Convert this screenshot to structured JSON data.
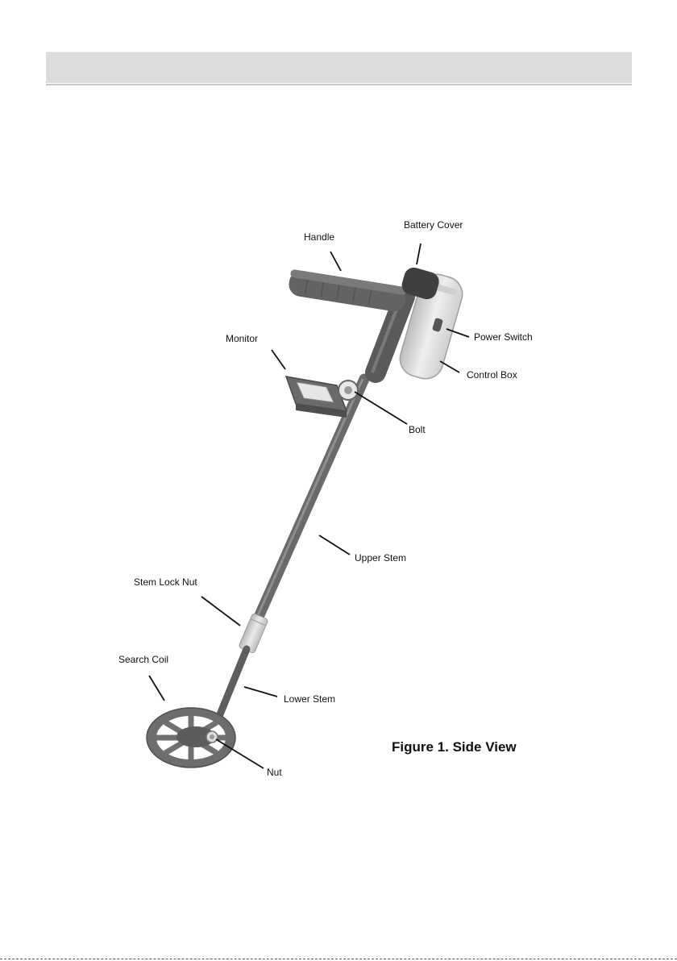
{
  "figure": {
    "caption": "Figure 1.  Side View",
    "labels": {
      "handle": "Handle",
      "battery_cover": "Battery Cover",
      "power_switch": "Power Switch",
      "control_box": "Control Box",
      "monitor": "Monitor",
      "bolt": "Bolt",
      "upper_stem": "Upper Stem",
      "stem_lock_nut": "Stem Lock Nut",
      "search_coil": "Search Coil",
      "lower_stem": "Lower Stem",
      "nut": "Nut"
    }
  }
}
